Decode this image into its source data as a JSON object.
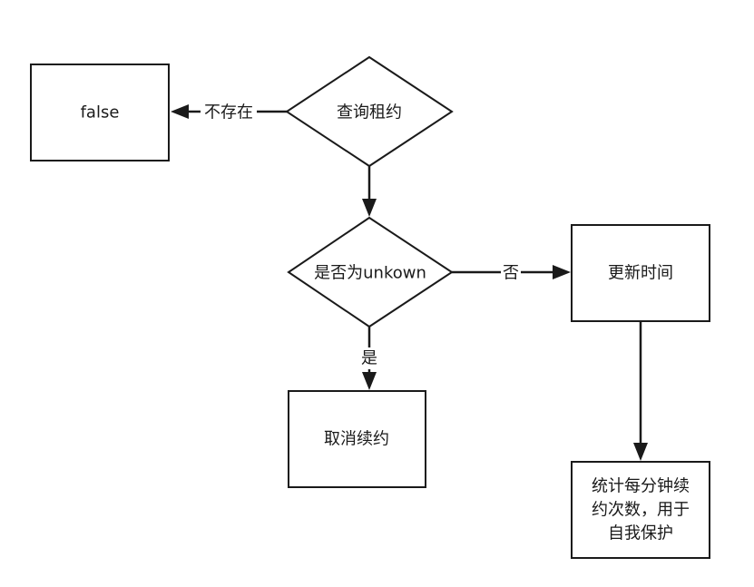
{
  "nodes": {
    "false_box": {
      "label": "false"
    },
    "query_lease": {
      "label": "查询租约"
    },
    "is_unknown": {
      "label": "是否为unkown"
    },
    "update_time": {
      "label": "更新时间"
    },
    "cancel_renewal": {
      "label": "取消续约"
    },
    "stats": {
      "lines": [
        "统计每分钟续",
        "约次数，用于",
        "自我保护"
      ]
    }
  },
  "edges": {
    "not_exist": {
      "label": "不存在"
    },
    "no": {
      "label": "否"
    },
    "yes": {
      "label": "是"
    }
  },
  "colors": {
    "stroke": "#1a1a1a",
    "background": "#ffffff"
  }
}
